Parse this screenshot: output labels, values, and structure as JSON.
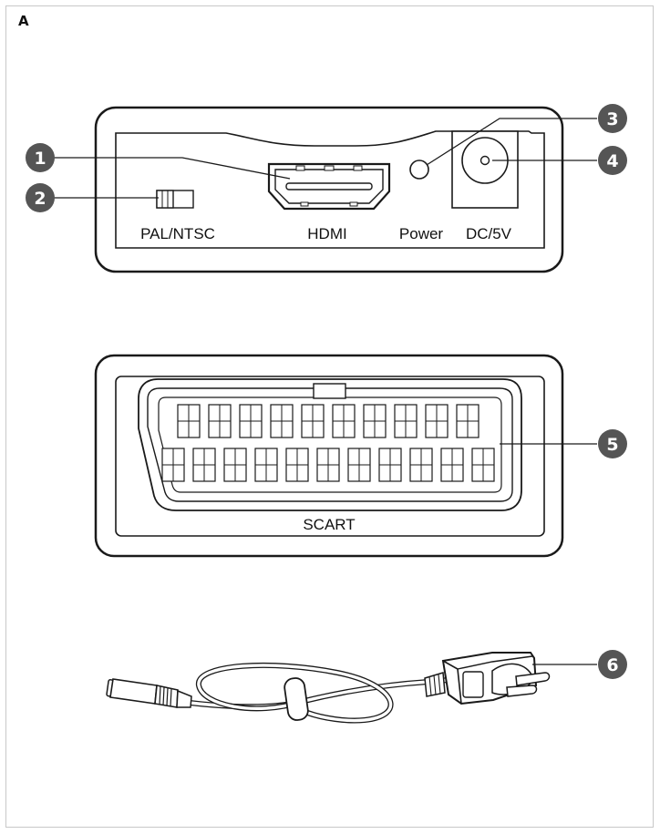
{
  "section_letter": "A",
  "labels": {
    "pal_ntsc": "PAL/NTSC",
    "hdmi": "HDMI",
    "power": "Power",
    "dc": "DC/5V",
    "scart": "SCART"
  },
  "callouts": [
    "1",
    "2",
    "3",
    "4",
    "5",
    "6"
  ],
  "colors": {
    "callout_fill": "#555555",
    "outline": "#1a1a1a",
    "background": "#ffffff"
  }
}
